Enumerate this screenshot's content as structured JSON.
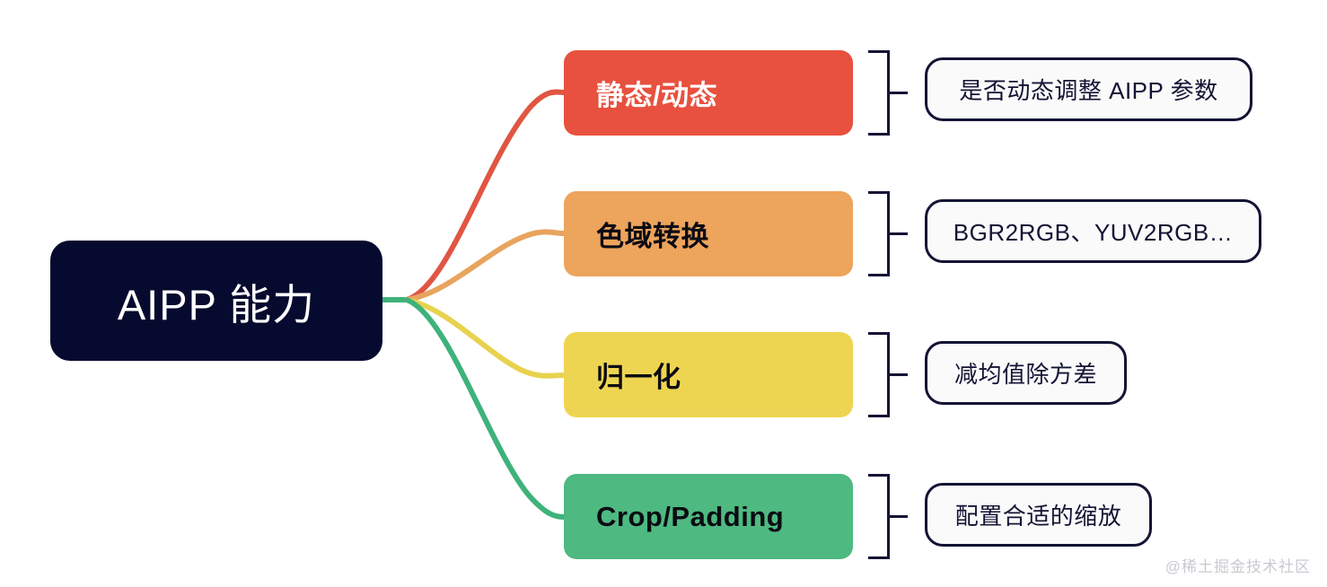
{
  "diagram": {
    "type": "mind-map",
    "root": {
      "label": "AIPP 能力",
      "fill": "#060A2E",
      "text_color": "#FFFFFF"
    },
    "branches": [
      {
        "label": "静态/动态",
        "fill": "#E8503F",
        "text_color": "#FFFFFF",
        "connector_color": "#E05643",
        "detail": "是否动态调整 AIPP 参数"
      },
      {
        "label": "色域转换",
        "fill": "#EDA45C",
        "text_color": "#0B0B13",
        "connector_color": "#E8A köz",
        "detail": "BGR2RGB、YUV2RGB…"
      },
      {
        "label": "归一化",
        "fill": "#EED551",
        "text_color": "#0B0B13",
        "connector_color": "#E8D24F",
        "detail": "减均值除方差"
      },
      {
        "label": "Crop/Padding",
        "fill": "#4EB980",
        "text_color": "#0B0B13",
        "connector_color": "#3FB27B",
        "detail": "配置合适的缩放"
      }
    ],
    "watermark": "@稀土掘金技术社区",
    "background": "#FFFFFF",
    "outline_color": "#131434",
    "detail_fill": "#FAFAFA"
  }
}
